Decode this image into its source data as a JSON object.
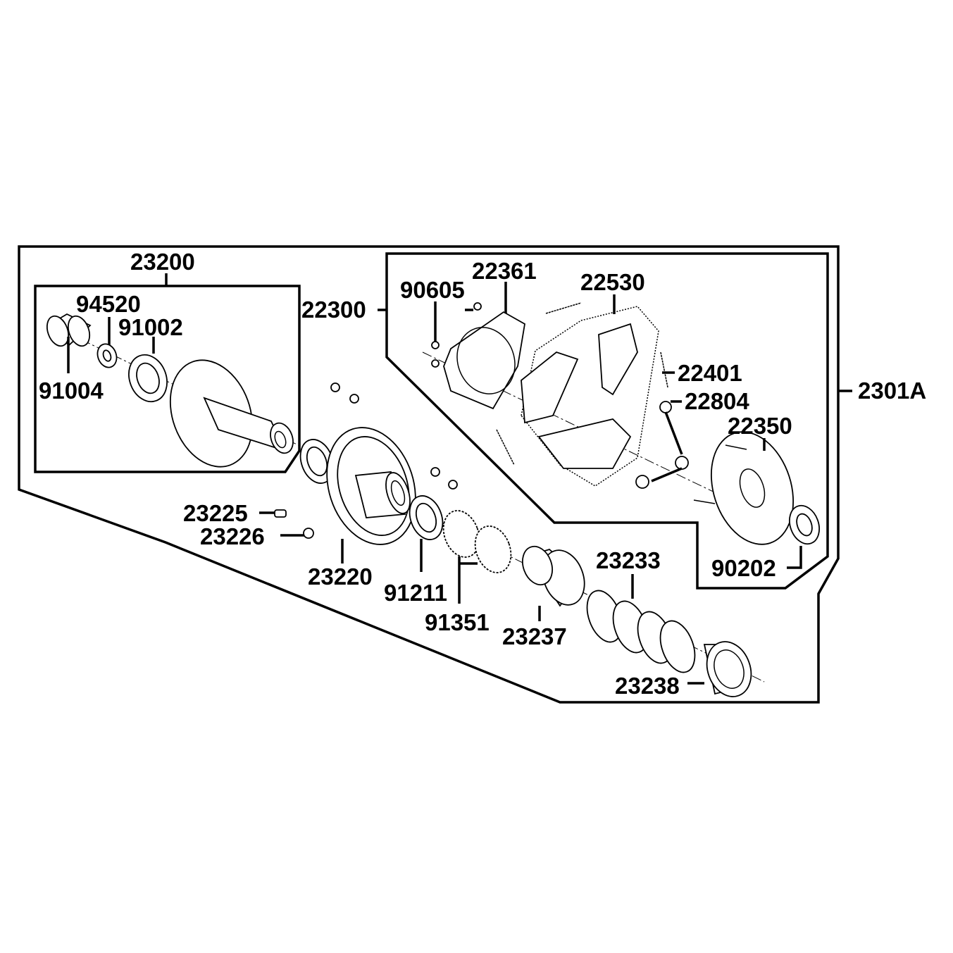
{
  "assembly_label": "2301A",
  "groups": {
    "drive_face": "23200",
    "clutch_shoe": "22300"
  },
  "parts": {
    "p23200": "23200",
    "p94520": "94520",
    "p91002": "91002",
    "p91004": "91004",
    "p22300": "22300",
    "p90605": "90605",
    "p22361": "22361",
    "p22530": "22530",
    "p22401": "22401",
    "p22804": "22804",
    "p22350": "22350",
    "p90202": "90202",
    "p2301A": "2301A",
    "p23225": "23225",
    "p23226": "23226",
    "p23220": "23220",
    "p91211": "91211",
    "p91351": "91351",
    "p23237": "23237",
    "p23233": "23233",
    "p23238": "23238"
  },
  "colors": {
    "ink": "#000000",
    "paper": "#ffffff"
  }
}
